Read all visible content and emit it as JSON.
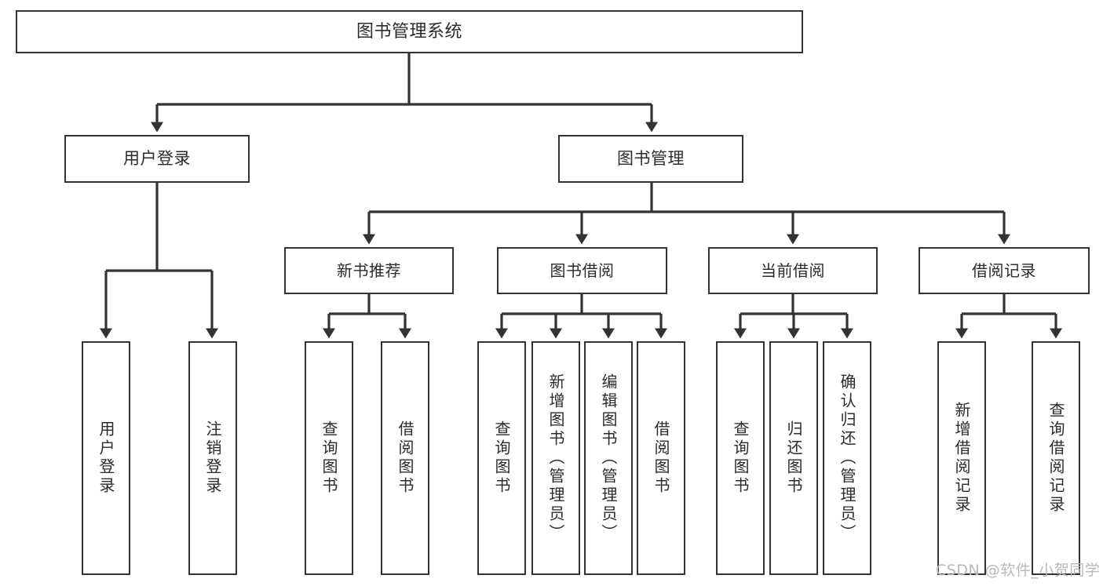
{
  "diagram": {
    "type": "tree-hierarchy-diagram",
    "title": "图书管理系统",
    "colors": {
      "box_border": "#333333",
      "box_fill": "#ffffff",
      "text": "#2b2b2b",
      "connector": "#333333",
      "watermark": "#b9b9b9",
      "background": "#ffffff"
    },
    "root": {
      "label": "图书管理系统"
    },
    "level2": [
      {
        "label": "用户登录"
      },
      {
        "label": "图书管理"
      }
    ],
    "level3": [
      {
        "label": "新书推荐"
      },
      {
        "label": "图书借阅"
      },
      {
        "label": "当前借阅"
      },
      {
        "label": "借阅记录"
      }
    ],
    "leaves": {
      "user_login": [
        {
          "label": "用户登录"
        },
        {
          "label": "注销登录"
        }
      ],
      "new_book_recommend": [
        {
          "label": "查询图书"
        },
        {
          "label": "借阅图书"
        }
      ],
      "book_borrow": [
        {
          "label": "查询图书"
        },
        {
          "label": "新增图书（管理员）"
        },
        {
          "label": "编辑图书（管理员）"
        },
        {
          "label": "借阅图书"
        }
      ],
      "current_borrow": [
        {
          "label": "查询图书"
        },
        {
          "label": "归还图书"
        },
        {
          "label": "确认归还（管理员）"
        }
      ],
      "borrow_record": [
        {
          "label": "新增借阅记录"
        },
        {
          "label": "查询借阅记录"
        }
      ]
    },
    "watermark": "CSDN @软件_小贺同学"
  }
}
